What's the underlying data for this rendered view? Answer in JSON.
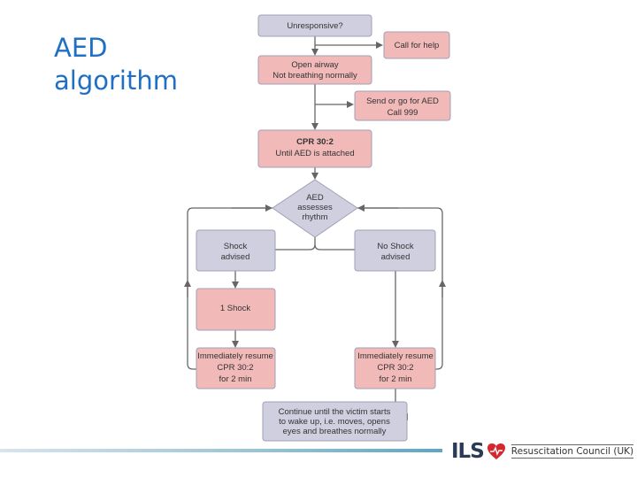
{
  "slide": {
    "title_line1": "AED",
    "title_line2": "algorithm"
  },
  "flowchart": {
    "unresponsive": "Unresponsive?",
    "call_for_help": "Call for help",
    "open_airway_line1": "Open airway",
    "open_airway_line2": "Not breathing normally",
    "send_aed_line1": "Send or go for AED",
    "send_aed_line2": "Call 999",
    "cpr_line1": "CPR 30:2",
    "cpr_line2": "Until AED is attached",
    "aed_line1": "AED",
    "aed_line2": "assesses",
    "aed_line3": "rhythm",
    "shock_advised_line1": "Shock",
    "shock_advised_line2": "advised",
    "no_shock_line1": "No Shock",
    "no_shock_line2": "advised",
    "one_shock": "1 Shock",
    "resume_left_line1": "Immediately resume",
    "resume_left_line2": "CPR 30:2",
    "resume_left_line3": "for 2 min",
    "resume_right_line1": "Immediately resume",
    "resume_right_line2": "CPR 30:2",
    "resume_right_line3": "for 2 min",
    "continue_line1": "Continue until the victim starts",
    "continue_line2": "to wake up, i.e. moves, opens",
    "continue_line3": "eyes and breathes normally"
  },
  "colors": {
    "grey_box": "#cfcfe0",
    "pink_box": "#f2b9b9",
    "box_border": "#a0a0b4",
    "arrow": "#666666",
    "title": "#1f6fc4"
  },
  "logo": {
    "brand": "ILS",
    "org": "Resuscitation Council (UK)"
  }
}
